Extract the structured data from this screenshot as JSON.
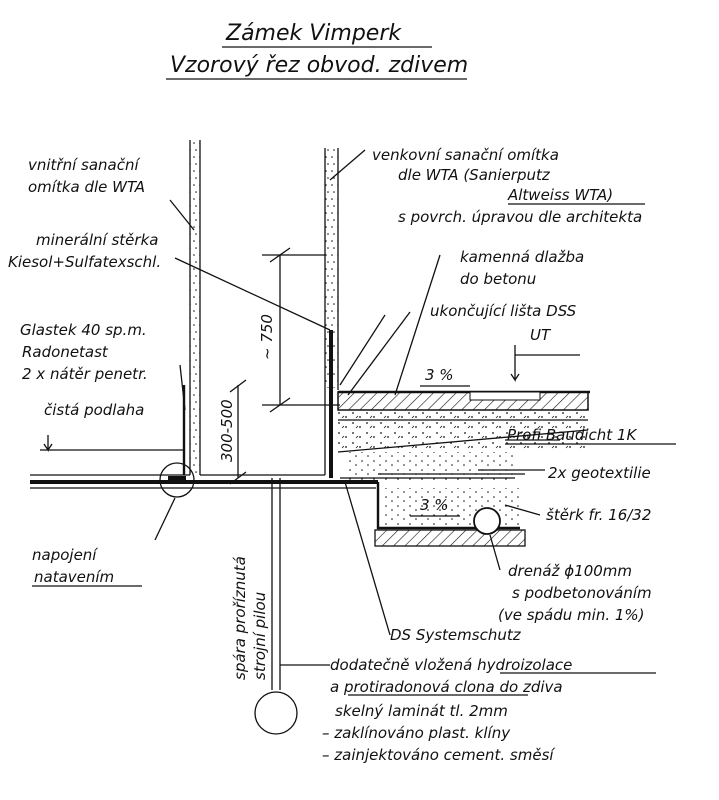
{
  "title": {
    "line1": "Zámek Vimperk",
    "line2": "Vzorový řez obvod. zdivem"
  },
  "labels": {
    "inner_plaster_1": "vnitřní sanační",
    "inner_plaster_2": "omítka dle WTA",
    "mineral_1": "minerální stěrka",
    "mineral_2": "Kiesol+Sulfatexschl.",
    "glastek_1": "Glastek 40 sp.m.",
    "glastek_2": "Radonetast",
    "glastek_3": "2 x nátěr penetr.",
    "clean_floor": "čistá podlaha",
    "connection_1": "napojení",
    "connection_2": "natavením",
    "joint_1": "spára proříznutá",
    "joint_2": "strojní pilou",
    "outer_plaster_1": "venkovní sanační omítka",
    "outer_plaster_2": "dle WTA (Sanierputz",
    "outer_plaster_3": "Altweiss WTA)",
    "outer_plaster_4": "s povrch. úpravou dle architekta",
    "stone_1": "kamenná dlažba",
    "stone_2": "do betonu",
    "strip": "ukončující lišta DSS",
    "ut": "UT",
    "slope_top": "3 %",
    "profi": "Profi Baudicht 1K",
    "geotextile": "2x geotextilie",
    "slope_bottom": "3 %",
    "gravel": "štěrk fr. 16/32",
    "drain_1": "drenáž ϕ100mm",
    "drain_2": "s podbetonováním",
    "drain_3": "(ve spádu min. 1%)",
    "ds_system": "DS Systemschutz",
    "addl_1": "dodatečně vložená hydroizolace",
    "addl_2": "a protiradonová clona do zdiva",
    "addl_3": "skelný laminát tl. 2mm",
    "addl_4": "– zaklínováno plast. klíny",
    "addl_5": "– zainjektováno cement. směsí",
    "dim_750": "~ 750",
    "dim_300": "300-500"
  }
}
